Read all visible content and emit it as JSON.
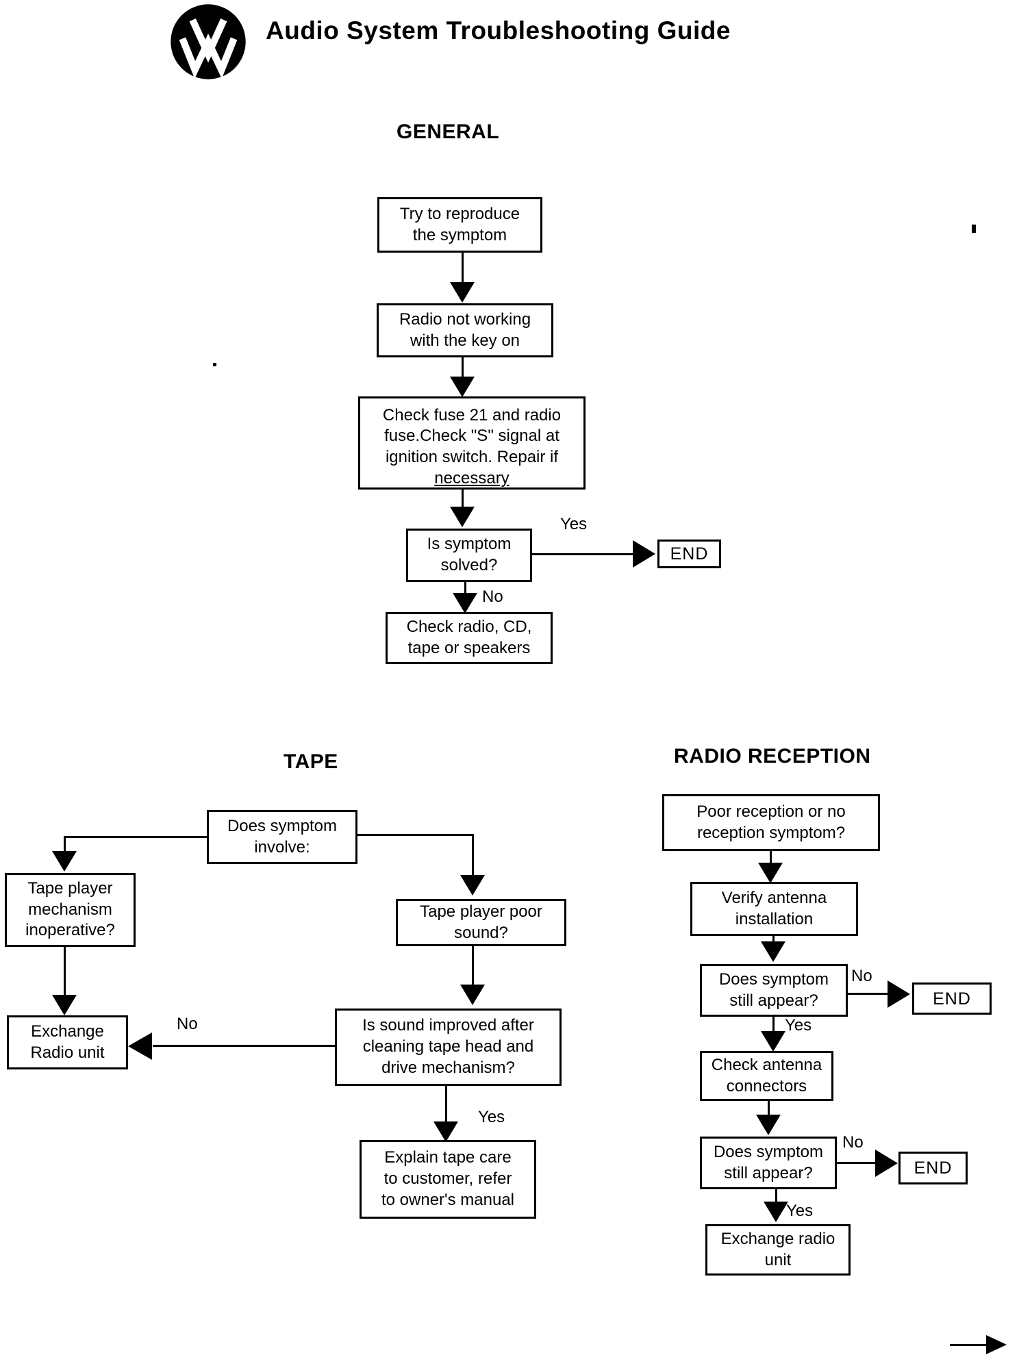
{
  "header": {
    "title": "Audio System Troubleshooting Guide",
    "logo": "vw-logo"
  },
  "general": {
    "heading": "GENERAL",
    "try_reproduce": "Try to reproduce\nthe symptom",
    "radio_not_working": "Radio not working\nwith the key on",
    "check_fuse_main": "Check fuse 21 and radio\nfuse.Check \"S\" signal at\nignition switch. Repair if",
    "check_fuse_last": "necessary",
    "is_symptom_solved": "Is symptom\nsolved?",
    "yes": "Yes",
    "no": "No",
    "end": "END",
    "check_radio": "Check radio, CD,\ntape or speakers"
  },
  "tape": {
    "heading": "TAPE",
    "does_symptom_involve": "Does symptom\ninvolve:",
    "mechanism_inoperative": "Tape player\nmechanism\ninoperative?",
    "poor_sound": "Tape player poor\nsound?",
    "exchange_radio_unit": "Exchange\nRadio unit",
    "sound_improved": "Is sound improved after\ncleaning tape head and\ndrive mechanism?",
    "no": "No",
    "yes": "Yes",
    "explain_tape_care": "Explain tape care\nto customer, refer\nto owner's manual"
  },
  "radio_reception": {
    "heading": "RADIO RECEPTION",
    "poor_reception": "Poor reception or no\nreception symptom?",
    "verify_antenna": "Verify antenna\ninstallation",
    "symptom_still_appear_1": "Does symptom\nstill appear?",
    "no_1": "No",
    "end_1": "END",
    "yes_1": "Yes",
    "check_antenna": "Check antenna\nconnectors",
    "symptom_still_appear_2": "Does symptom\nstill appear?",
    "no_2": "No",
    "end_2": "END",
    "yes_2": "Yes",
    "exchange_radio_unit": "Exchange radio\nunit"
  }
}
